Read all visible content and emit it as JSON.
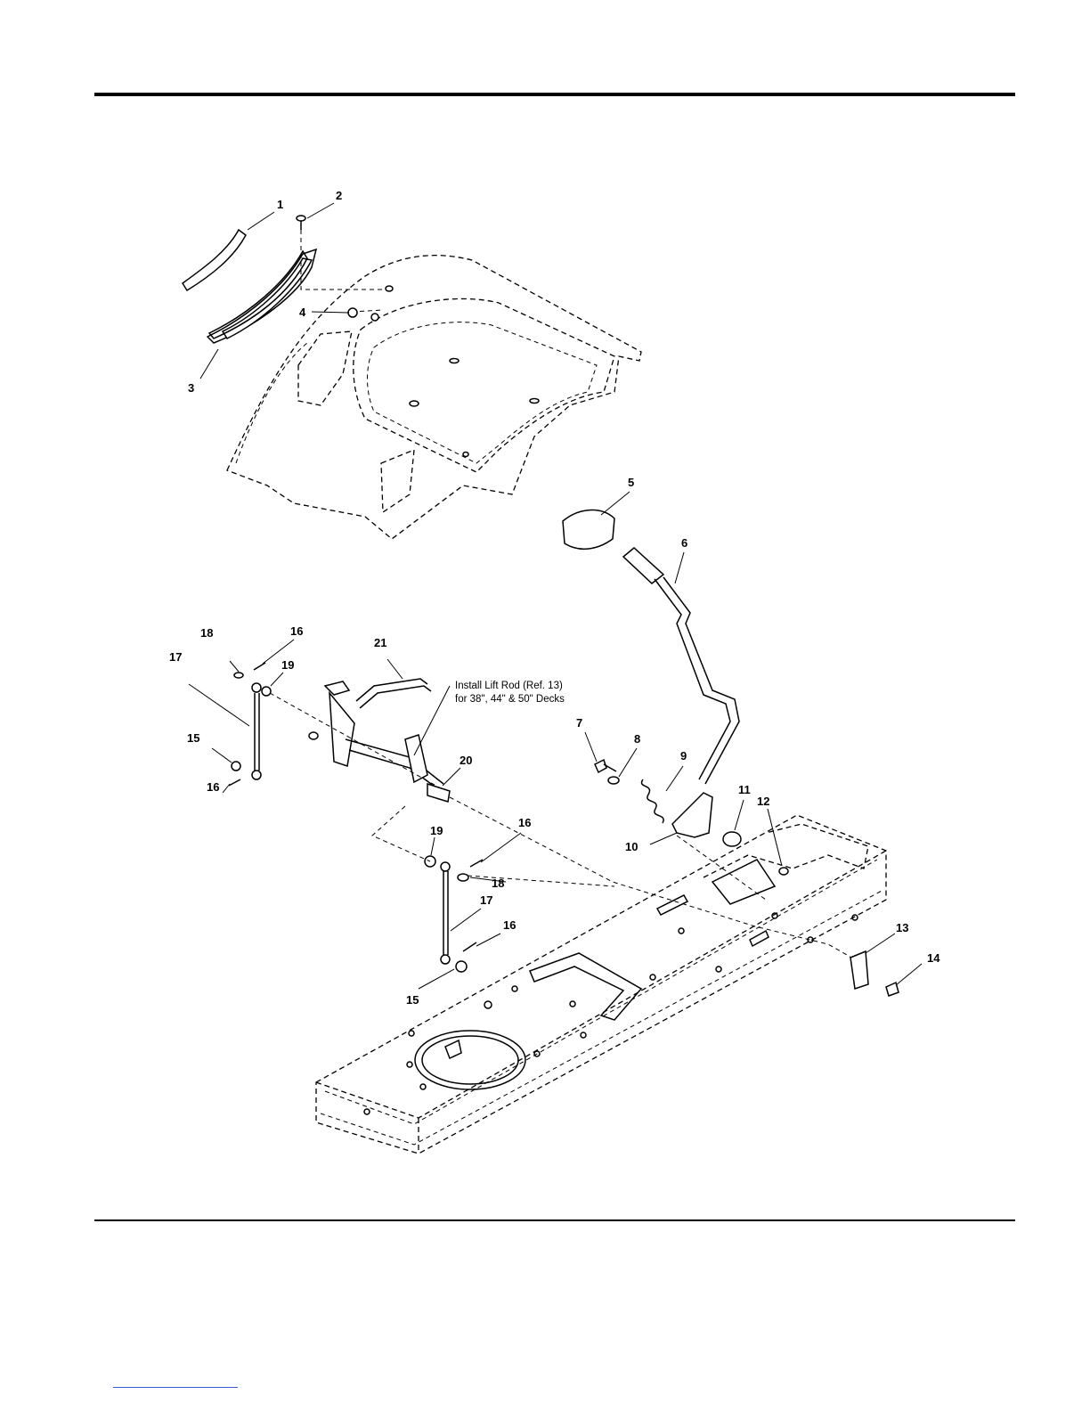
{
  "callouts": [
    "1",
    "2",
    "3",
    "4",
    "5",
    "6",
    "7",
    "8",
    "9",
    "10",
    "11",
    "12",
    "13",
    "14",
    "15",
    "16",
    "17",
    "18",
    "19",
    "20",
    "21",
    "15",
    "16",
    "16",
    "17",
    "18",
    "19",
    "16"
  ],
  "note": {
    "line1": "Install Lift Rod (Ref. 13)",
    "line2": "for 38\", 44\" & 50\" Decks"
  }
}
